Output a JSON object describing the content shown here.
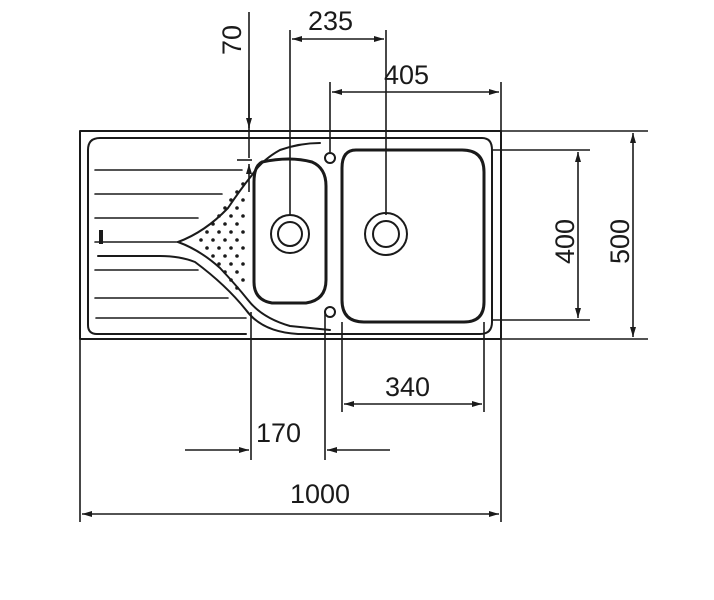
{
  "dimensions": {
    "overall_width": "1000",
    "overall_depth": "500",
    "bowl_depth": "400",
    "main_bowl_outer_width": "405",
    "main_bowl_inner_width": "340",
    "small_bowl_width": "170",
    "bowl_spacing": "235",
    "drainer_offset": "70"
  },
  "colors": {
    "line": "#1a1a1a",
    "background": "#ffffff"
  }
}
